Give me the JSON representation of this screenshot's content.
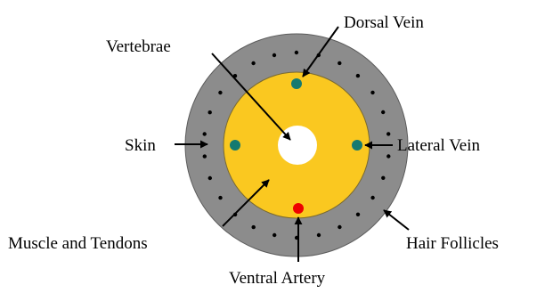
{
  "labels": {
    "dorsal_vein": "Dorsal Vein",
    "vertebrae": "Vertebrae",
    "skin": "Skin",
    "lateral_vein": "Lateral Vein",
    "muscle_tendons": "Muscle and Tendons",
    "hair_follicles": "Hair Follicles",
    "ventral_artery": "Ventral Artery"
  },
  "colors": {
    "skin": "#8c8c8c",
    "muscle": "#fac820",
    "vertebrae": "#ffffff",
    "vein": "#157a70",
    "artery": "#ee0000",
    "follicle": "#000000",
    "outline": "#5c5c5c"
  }
}
